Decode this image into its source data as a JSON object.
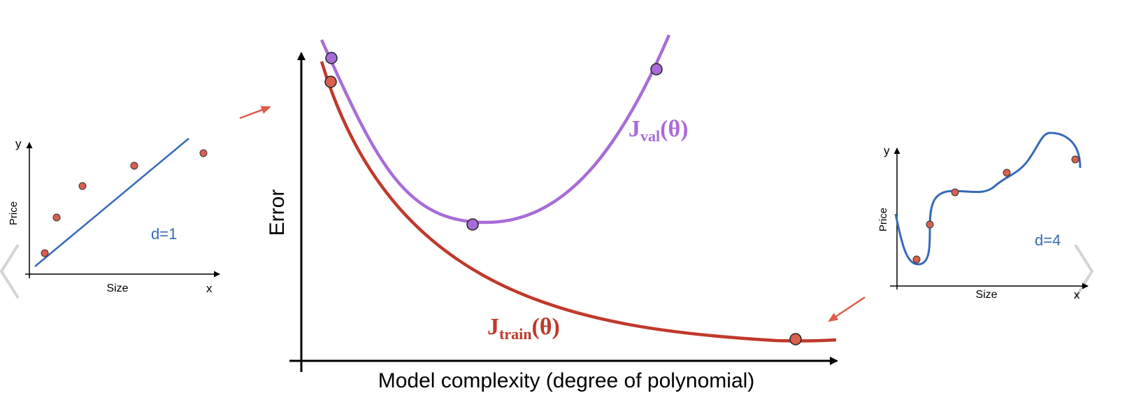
{
  "colors": {
    "train": "#c0392b",
    "val": "#a86cd8",
    "fit": "#3569b8",
    "point": "#d8604e",
    "arrow": "#e05a4a",
    "nav": "#d4d4d4",
    "axis": "#000000"
  },
  "nav": {
    "prev_icon": "chevron-left-icon",
    "next_icon": "chevron-right-icon"
  },
  "chart_data": [
    {
      "type": "scatter",
      "panel": "left-underfit",
      "ylabel_char": "y",
      "xlabel_char": "x",
      "ylabel": "Price",
      "xlabel": "Size",
      "fit_label": "d=1",
      "fit": "straight line",
      "points_count": 5
    },
    {
      "type": "line",
      "panel": "main",
      "xlabel": "Model complexity (degree of polynomial)",
      "ylabel": "Error",
      "series": [
        {
          "name": "J",
          "sub": "val",
          "suffix": "(θ)",
          "shape": "U-shaped",
          "highlighted_points": 3
        },
        {
          "name": "J",
          "sub": "train",
          "suffix": "(θ)",
          "shape": "decreasing",
          "highlighted_points": 2
        }
      ]
    },
    {
      "type": "scatter",
      "panel": "right-overfit",
      "ylabel_char": "y",
      "xlabel_char": "x",
      "ylabel": "Price",
      "xlabel": "Size",
      "fit_label": "d=4",
      "fit": "wiggly curve",
      "points_count": 5
    }
  ]
}
